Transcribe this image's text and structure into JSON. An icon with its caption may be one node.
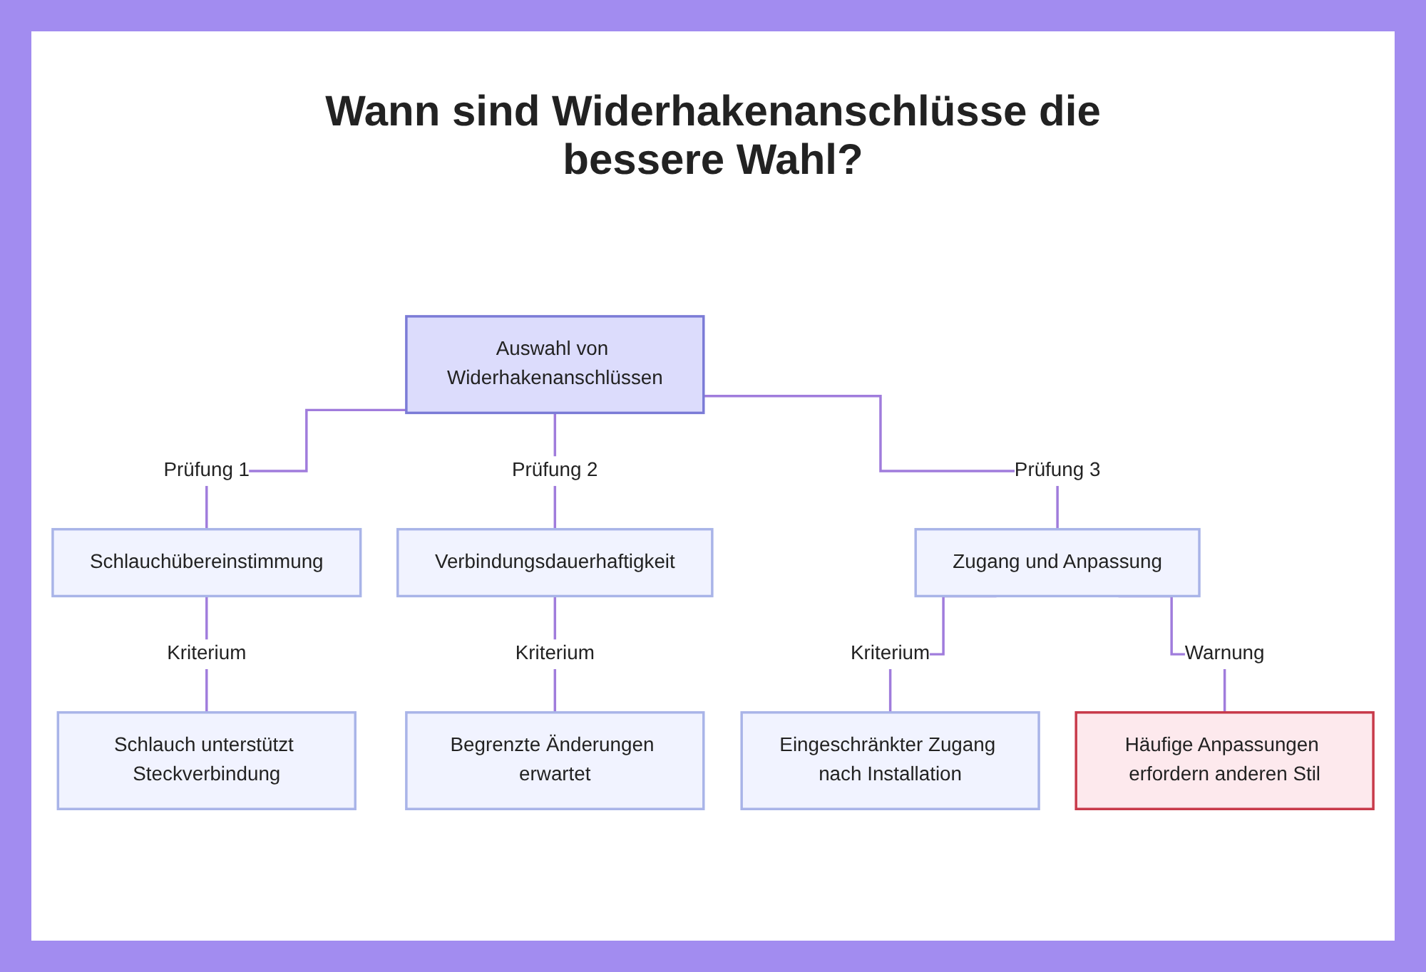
{
  "diagram": {
    "title": "Wann sind Widerhakenanschlüsse die bessere Wahl?",
    "nodes": [
      {
        "text": [
          "Auswahl von Widerhakenanschlüssen"
        ]
      },
      {
        "text": [
          "Schlauchübereinstimmung"
        ]
      },
      {
        "text": [
          "Verbindungsdauerhaftigkeit"
        ]
      },
      {
        "text": [
          "Zugang und Anpassung"
        ]
      },
      {
        "text": [
          "Schlauch unterstützt Steckverbindung"
        ]
      },
      {
        "text": [
          "Begrenzte Änderungen erwartet"
        ]
      },
      {
        "text": [
          "Eingeschränkter Zugang nach Installation"
        ]
      },
      {
        "text": [
          "Häufige Anpassungen erfordern anderen Stil"
        ]
      }
    ],
    "edges": [
      {
        "from": 0,
        "to": 1,
        "arrow": "none",
        "label": "Prüfung 1"
      },
      {
        "from": 0,
        "to": 2,
        "arrow": "none",
        "label": "Prüfung 2"
      },
      {
        "from": 0,
        "to": 3,
        "arrow": "none",
        "label": "Prüfung 3"
      },
      {
        "from": 1,
        "to": 4,
        "arrow": "none",
        "label": "Kriterium"
      },
      {
        "from": 2,
        "to": 5,
        "arrow": "none",
        "label": "Kriterium"
      },
      {
        "from": 3,
        "to": 6,
        "arrow": "none",
        "label": "Kriterium"
      },
      {
        "from": 3,
        "to": 7,
        "arrow": "none",
        "label": "Warnung"
      }
    ]
  }
}
